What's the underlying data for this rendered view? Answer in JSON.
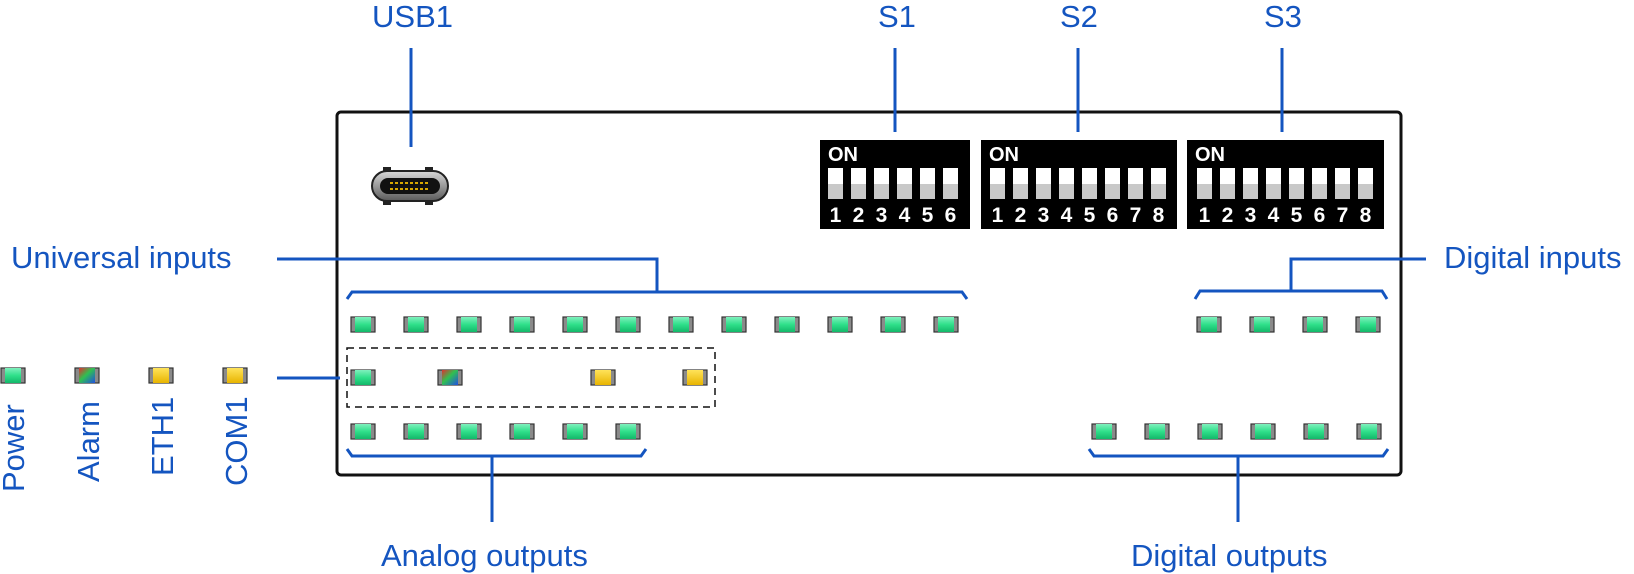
{
  "usb": {
    "label": "USB1"
  },
  "switches": [
    {
      "label": "S1",
      "on_text": "ON",
      "positions": [
        "1",
        "2",
        "3",
        "4",
        "5",
        "6"
      ]
    },
    {
      "label": "S2",
      "on_text": "ON",
      "positions": [
        "1",
        "2",
        "3",
        "4",
        "5",
        "6",
        "7",
        "8"
      ]
    },
    {
      "label": "S3",
      "on_text": "ON",
      "positions": [
        "1",
        "2",
        "3",
        "4",
        "5",
        "6",
        "7",
        "8"
      ]
    }
  ],
  "groups": {
    "universal_inputs": {
      "label": "Universal inputs",
      "count": 12,
      "color": "green"
    },
    "digital_inputs": {
      "label": "Digital inputs",
      "count": 4,
      "color": "green"
    },
    "analog_outputs": {
      "label": "Analog outputs",
      "count": 6,
      "color": "green"
    },
    "digital_outputs": {
      "label": "Digital outputs",
      "count": 6,
      "color": "green"
    }
  },
  "status_leds": [
    {
      "label": "Power",
      "color": "green"
    },
    {
      "label": "Alarm",
      "color": "multicolor"
    },
    {
      "label": "ETH1",
      "color": "yellow"
    },
    {
      "label": "COM1",
      "color": "yellow"
    }
  ],
  "colors": {
    "label_blue": "#1455c0",
    "led_green": "#2fe08a",
    "led_yellow": "#f5c400",
    "device_border": "#111111",
    "switch_body": "#000000"
  }
}
